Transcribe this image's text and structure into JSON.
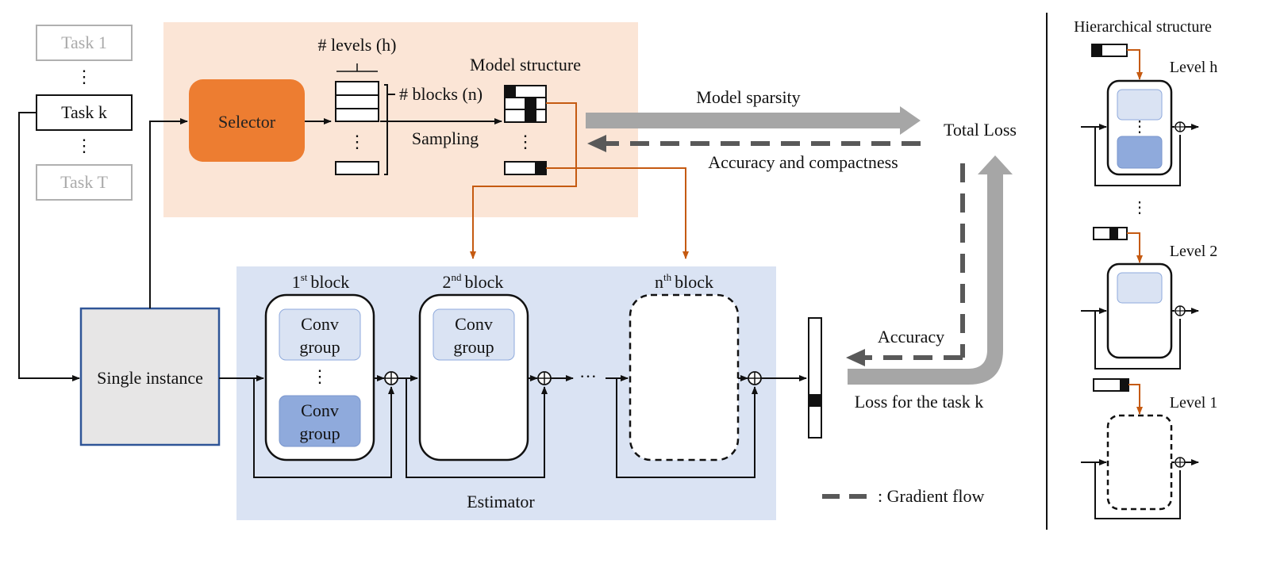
{
  "tasks": {
    "first": "Task 1",
    "current": "Task k",
    "last": "Task T",
    "ellipsis": "⋮"
  },
  "selector": {
    "label": "Selector",
    "levels_label": "# levels (h)",
    "blocks_label": "# blocks (n)",
    "sampling_label": "Sampling",
    "model_structure_label": "Model structure",
    "ellipsis": "⋮"
  },
  "arrows": {
    "model_sparsity": "Model sparsity",
    "accuracy_compactness": "Accuracy and compactness",
    "total_loss": "Total Loss",
    "accuracy": "Accuracy",
    "loss_task": "Loss for the task k"
  },
  "input": {
    "label": "Single instance"
  },
  "estimator": {
    "label": "Estimator",
    "block1": {
      "num": "1",
      "sup": "st",
      "word": "block"
    },
    "block2": {
      "num": "2",
      "sup": "nd",
      "word": "block"
    },
    "blockn": {
      "num": "n",
      "sup": "th",
      "word": "block"
    },
    "conv_line1": "Conv",
    "conv_line2": "group",
    "dots": "···",
    "vdots": "⋮"
  },
  "legend": {
    "gradient_flow": ":  Gradient flow"
  },
  "hierarchy": {
    "title": "Hierarchical structure",
    "level_h": "Level h",
    "level_2": "Level 2",
    "level_1": "Level 1",
    "vdots": "⋮"
  },
  "colors": {
    "selector_panel": "#fbe5d6",
    "selector_box": "#ed7d31",
    "estimator_panel": "#dae3f3",
    "conv_light": "#dae3f3",
    "conv_dark": "#8faadc",
    "input_box": "#e7e6e6",
    "input_border": "#2f5597",
    "brown_arrow": "#c55a11",
    "gray_arrow": "#a6a6a6",
    "dash_arrow": "#595959"
  }
}
